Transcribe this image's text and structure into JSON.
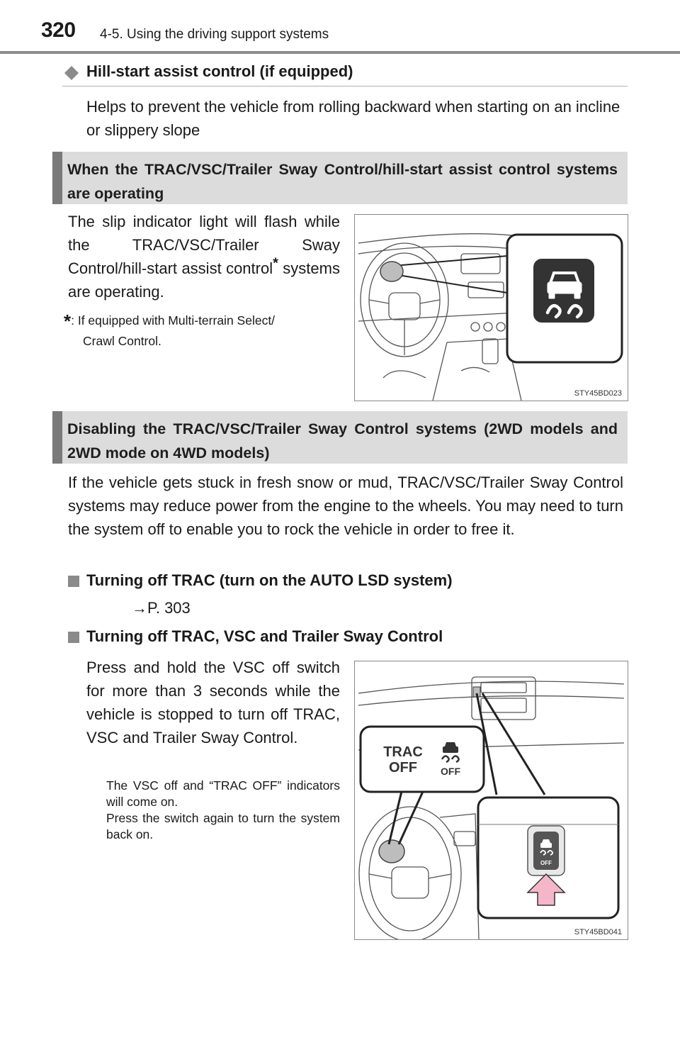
{
  "header": {
    "page_number": "320",
    "chapter_title": "4-5. Using the driving support systems"
  },
  "hill_start": {
    "heading": "Hill-start assist control (if equipped)",
    "body": "Helps to prevent the vehicle from rolling backward when starting on an incline or slippery slope"
  },
  "operating": {
    "heading": "When the TRAC/VSC/Trailer Sway Control/hill-start assist control systems are operating",
    "text_before_star": "The slip indicator light will flash while the TRAC/VSC/Trailer Sway Control/hill-start assist control",
    "star": "*",
    "text_after_star": " systems are operating.",
    "footnote_star": "*",
    "footnote_line1": ": If equipped with Multi-terrain Select/",
    "footnote_line2": "Crawl Control.",
    "figure_id": "STY45BD023"
  },
  "disabling": {
    "heading": "Disabling the TRAC/VSC/Trailer Sway Control systems (2WD models and 2WD mode on 4WD models)",
    "body": "If the vehicle gets stuck in fresh snow or mud, TRAC/VSC/Trailer Sway Control systems may reduce power from the engine to the wheels. You may need to turn the system off to enable you to rock the vehicle in order to free it.",
    "sub1_heading": "Turning off TRAC (turn on the AUTO LSD system)",
    "sub1_ref": "→P. 303",
    "sub2_heading": "Turning off TRAC, VSC and Trailer Sway Control",
    "sub2_text": "Press and hold the VSC off switch for more than 3 seconds while the vehicle is stopped to turn off TRAC, VSC and Trailer Sway Control.",
    "note_line1": "The VSC off and “TRAC OFF” indicators will come on.",
    "note_line2": "Press the switch again to turn the system back on.",
    "figure_trac": "TRAC",
    "figure_off": "OFF",
    "figure_icon_off": "OFF",
    "figure_switch_off": "OFF",
    "figure_id": "STY45BD041"
  },
  "colors": {
    "bar_background": "#dcdcdc",
    "bar_accent": "#7a7a7a",
    "indicator_dark": "#333333",
    "arrow_pink": "#f4b6c8"
  }
}
